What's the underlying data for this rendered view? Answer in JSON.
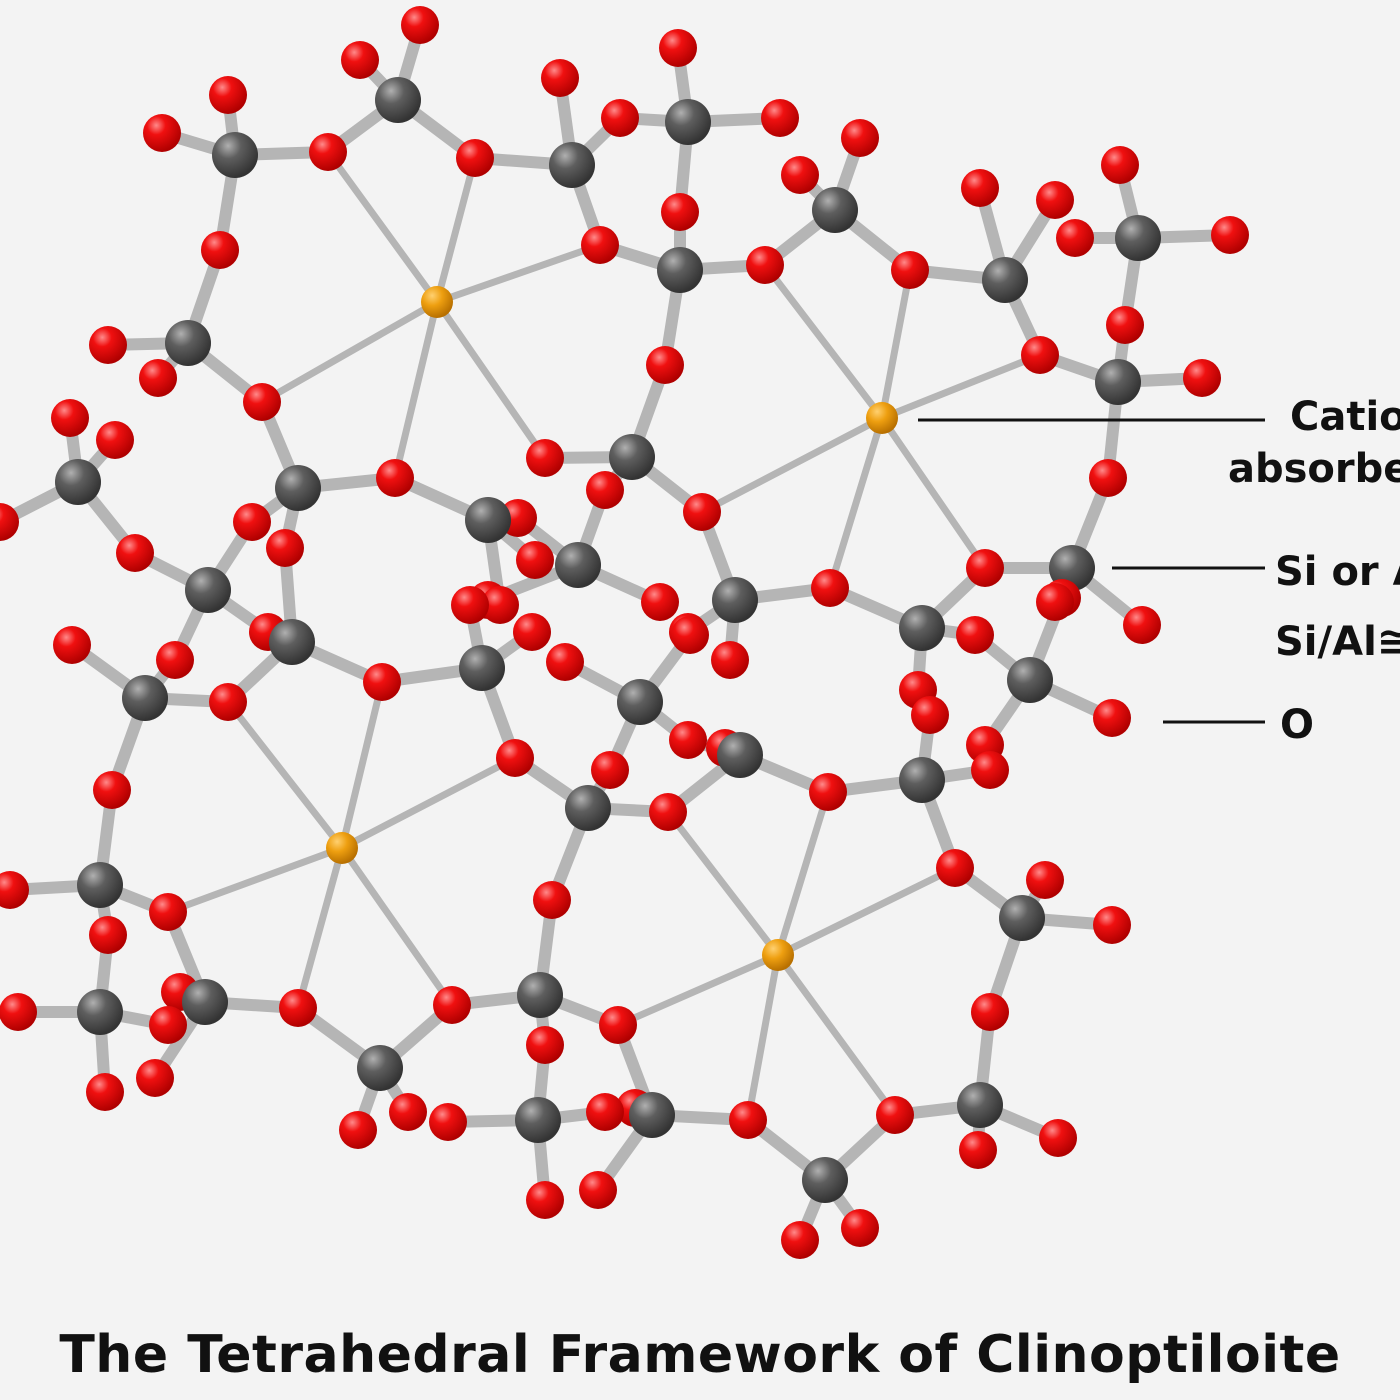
{
  "caption": "The Tetrahedral Framework of Clinoptiloite",
  "legend": {
    "cation_line1": "Catio",
    "cation_line2": "absorbe",
    "si_line1": "Si or A",
    "si_line2": "Si/Al≅",
    "oxygen": "O"
  },
  "colors": {
    "background": "#f3f3f3",
    "oxygen": "#e00000",
    "silicon": "#5a5a5a",
    "cation": "#e89a0c",
    "bond": "#b5b5b5"
  }
}
